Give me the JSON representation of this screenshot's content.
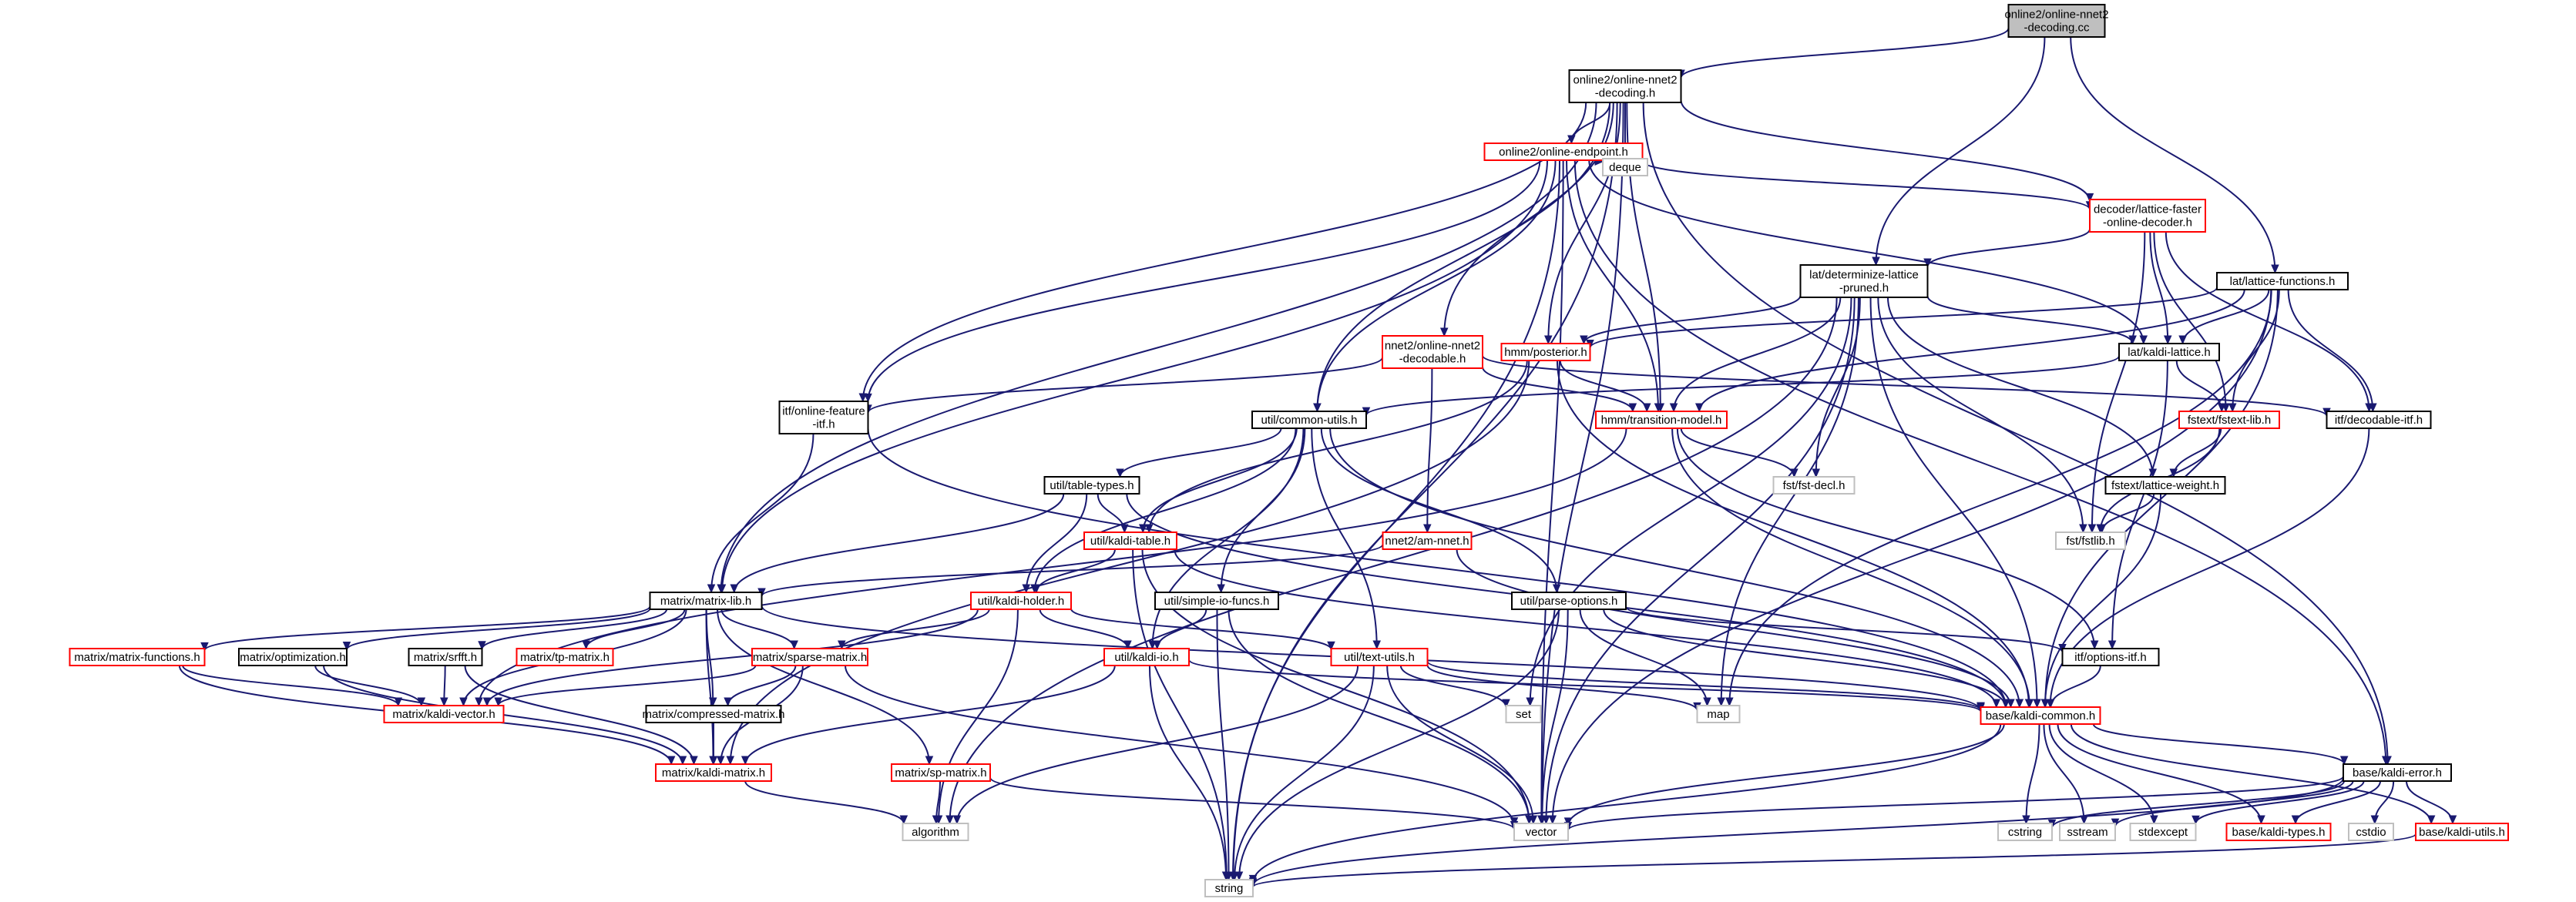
{
  "colors": {
    "edge": "#191970",
    "root_fill": "#bfbfbf",
    "root_border": "#000000",
    "documented_border": "#000000",
    "partial_border": "#ff0000",
    "external_border": "#bfbfbf",
    "node_fill": "#ffffff"
  },
  "nodes": [
    {
      "id": "root",
      "lines": [
        "online2/online-nnet2",
        "-decoding.cc"
      ],
      "kind": "root"
    },
    {
      "id": "decoding_h",
      "lines": [
        "online2/online-nnet2",
        "-decoding.h"
      ],
      "kind": "documented"
    },
    {
      "id": "endpoint",
      "lines": [
        "online2/online-endpoint.h"
      ],
      "kind": "partial"
    },
    {
      "id": "deque",
      "lines": [
        "deque"
      ],
      "kind": "external"
    },
    {
      "id": "latfaster",
      "lines": [
        "decoder/lattice-faster",
        "-online-decoder.h"
      ],
      "kind": "partial"
    },
    {
      "id": "determinize",
      "lines": [
        "lat/determinize-lattice",
        "-pruned.h"
      ],
      "kind": "documented"
    },
    {
      "id": "latfunc",
      "lines": [
        "lat/lattice-functions.h"
      ],
      "kind": "documented"
    },
    {
      "id": "decodable2",
      "lines": [
        "nnet2/online-nnet2",
        "-decodable.h"
      ],
      "kind": "partial"
    },
    {
      "id": "posterior",
      "lines": [
        "hmm/posterior.h"
      ],
      "kind": "partial"
    },
    {
      "id": "kaldilattice",
      "lines": [
        "lat/kaldi-lattice.h"
      ],
      "kind": "documented"
    },
    {
      "id": "onlinefeat",
      "lines": [
        "itf/online-feature",
        "-itf.h"
      ],
      "kind": "documented"
    },
    {
      "id": "commonutils",
      "lines": [
        "util/common-utils.h"
      ],
      "kind": "documented"
    },
    {
      "id": "transition",
      "lines": [
        "hmm/transition-model.h"
      ],
      "kind": "partial"
    },
    {
      "id": "fstextlib",
      "lines": [
        "fstext/fstext-lib.h"
      ],
      "kind": "partial"
    },
    {
      "id": "decodableitf",
      "lines": [
        "itf/decodable-itf.h"
      ],
      "kind": "documented"
    },
    {
      "id": "tabletypes",
      "lines": [
        "util/table-types.h"
      ],
      "kind": "documented"
    },
    {
      "id": "fstdecl",
      "lines": [
        "fst/fst-decl.h"
      ],
      "kind": "external"
    },
    {
      "id": "latweight",
      "lines": [
        "fstext/lattice-weight.h"
      ],
      "kind": "documented"
    },
    {
      "id": "kalditable",
      "lines": [
        "util/kaldi-table.h"
      ],
      "kind": "partial"
    },
    {
      "id": "amnnet",
      "lines": [
        "nnet2/am-nnet.h"
      ],
      "kind": "partial"
    },
    {
      "id": "fstlib",
      "lines": [
        "fst/fstlib.h"
      ],
      "kind": "external"
    },
    {
      "id": "matrixlib",
      "lines": [
        "matrix/matrix-lib.h"
      ],
      "kind": "documented"
    },
    {
      "id": "kaldiholder",
      "lines": [
        "util/kaldi-holder.h"
      ],
      "kind": "partial"
    },
    {
      "id": "simpleio",
      "lines": [
        "util/simple-io-funcs.h"
      ],
      "kind": "documented"
    },
    {
      "id": "parseopt",
      "lines": [
        "util/parse-options.h"
      ],
      "kind": "documented"
    },
    {
      "id": "matrixfunc",
      "lines": [
        "matrix/matrix-functions.h"
      ],
      "kind": "partial"
    },
    {
      "id": "optim",
      "lines": [
        "matrix/optimization.h"
      ],
      "kind": "documented"
    },
    {
      "id": "srfft",
      "lines": [
        "matrix/srfft.h"
      ],
      "kind": "documented"
    },
    {
      "id": "tpmatrix",
      "lines": [
        "matrix/tp-matrix.h"
      ],
      "kind": "partial"
    },
    {
      "id": "sparse",
      "lines": [
        "matrix/sparse-matrix.h"
      ],
      "kind": "partial"
    },
    {
      "id": "kaldiio",
      "lines": [
        "util/kaldi-io.h"
      ],
      "kind": "partial"
    },
    {
      "id": "textutils",
      "lines": [
        "util/text-utils.h"
      ],
      "kind": "partial"
    },
    {
      "id": "optionsitf",
      "lines": [
        "itf/options-itf.h"
      ],
      "kind": "documented"
    },
    {
      "id": "kaldivector",
      "lines": [
        "matrix/kaldi-vector.h"
      ],
      "kind": "partial"
    },
    {
      "id": "compressed",
      "lines": [
        "matrix/compressed-matrix.h"
      ],
      "kind": "documented"
    },
    {
      "id": "set",
      "lines": [
        "set"
      ],
      "kind": "external"
    },
    {
      "id": "map",
      "lines": [
        "map"
      ],
      "kind": "external"
    },
    {
      "id": "kaldicommon",
      "lines": [
        "base/kaldi-common.h"
      ],
      "kind": "partial"
    },
    {
      "id": "kaldimatrix",
      "lines": [
        "matrix/kaldi-matrix.h"
      ],
      "kind": "partial"
    },
    {
      "id": "spmatrix",
      "lines": [
        "matrix/sp-matrix.h"
      ],
      "kind": "partial"
    },
    {
      "id": "kaldierror",
      "lines": [
        "base/kaldi-error.h"
      ],
      "kind": "documented"
    },
    {
      "id": "algorithm",
      "lines": [
        "algorithm"
      ],
      "kind": "external"
    },
    {
      "id": "vector",
      "lines": [
        "vector"
      ],
      "kind": "external"
    },
    {
      "id": "cstring",
      "lines": [
        "cstring"
      ],
      "kind": "external"
    },
    {
      "id": "sstream",
      "lines": [
        "sstream"
      ],
      "kind": "external"
    },
    {
      "id": "stdexcept",
      "lines": [
        "stdexcept"
      ],
      "kind": "external"
    },
    {
      "id": "kaldytypes",
      "lines": [
        "base/kaldi-types.h"
      ],
      "kind": "partial"
    },
    {
      "id": "cstdio",
      "lines": [
        "cstdio"
      ],
      "kind": "external"
    },
    {
      "id": "kaldiutils",
      "lines": [
        "base/kaldi-utils.h"
      ],
      "kind": "partial"
    },
    {
      "id": "string",
      "lines": [
        "string"
      ],
      "kind": "external"
    }
  ],
  "edges": [
    [
      "root",
      "decoding_h"
    ],
    [
      "root",
      "determinize"
    ],
    [
      "root",
      "latfunc"
    ],
    [
      "decoding_h",
      "endpoint"
    ],
    [
      "decoding_h",
      "deque"
    ],
    [
      "decoding_h",
      "latfaster"
    ],
    [
      "decoding_h",
      "decodable2"
    ],
    [
      "decoding_h",
      "posterior"
    ],
    [
      "decoding_h",
      "onlinefeat"
    ],
    [
      "decoding_h",
      "commonutils"
    ],
    [
      "decoding_h",
      "transition"
    ],
    [
      "decoding_h",
      "matrixlib"
    ],
    [
      "decoding_h",
      "kaldierror"
    ],
    [
      "decoding_h",
      "string"
    ],
    [
      "decoding_h",
      "vector"
    ],
    [
      "endpoint",
      "deque"
    ],
    [
      "endpoint",
      "latfaster"
    ],
    [
      "endpoint",
      "kaldilattice"
    ],
    [
      "endpoint",
      "onlinefeat"
    ],
    [
      "endpoint",
      "commonutils"
    ],
    [
      "endpoint",
      "transition"
    ],
    [
      "endpoint",
      "matrixlib"
    ],
    [
      "endpoint",
      "kaldierror"
    ],
    [
      "endpoint",
      "string"
    ],
    [
      "endpoint",
      "vector"
    ],
    [
      "latfaster",
      "determinize"
    ],
    [
      "latfaster",
      "kaldilattice"
    ],
    [
      "latfaster",
      "fstextlib"
    ],
    [
      "latfaster",
      "decodableitf"
    ],
    [
      "latfaster",
      "fstlib"
    ],
    [
      "determinize",
      "posterior"
    ],
    [
      "determinize",
      "kaldilattice"
    ],
    [
      "determinize",
      "transition"
    ],
    [
      "determinize",
      "fstdecl"
    ],
    [
      "determinize",
      "latweight"
    ],
    [
      "determinize",
      "fstlib"
    ],
    [
      "determinize",
      "set"
    ],
    [
      "determinize",
      "map"
    ],
    [
      "determinize",
      "vector"
    ],
    [
      "determinize",
      "kaldicommon"
    ],
    [
      "determinize",
      "algorithm"
    ],
    [
      "latfunc",
      "posterior"
    ],
    [
      "latfunc",
      "kaldilattice"
    ],
    [
      "latfunc",
      "transition"
    ],
    [
      "latfunc",
      "fstextlib"
    ],
    [
      "latfunc",
      "decodableitf"
    ],
    [
      "latfunc",
      "map"
    ],
    [
      "latfunc",
      "vector"
    ],
    [
      "latfunc",
      "kaldicommon"
    ],
    [
      "decodable2",
      "onlinefeat"
    ],
    [
      "decodable2",
      "transition"
    ],
    [
      "decodable2",
      "decodableitf"
    ],
    [
      "decodable2",
      "amnnet"
    ],
    [
      "posterior",
      "transition"
    ],
    [
      "posterior",
      "kalditable"
    ],
    [
      "posterior",
      "kaldimatrix"
    ],
    [
      "posterior",
      "kaldicommon"
    ],
    [
      "kaldilattice",
      "commonutils"
    ],
    [
      "kaldilattice",
      "fstextlib"
    ],
    [
      "kaldilattice",
      "optionsitf"
    ],
    [
      "onlinefeat",
      "matrixlib"
    ],
    [
      "onlinefeat",
      "kaldicommon"
    ],
    [
      "commonutils",
      "tabletypes"
    ],
    [
      "commonutils",
      "kalditable"
    ],
    [
      "commonutils",
      "kaldiholder"
    ],
    [
      "commonutils",
      "simpleio"
    ],
    [
      "commonutils",
      "parseopt"
    ],
    [
      "commonutils",
      "kaldiio"
    ],
    [
      "commonutils",
      "textutils"
    ],
    [
      "commonutils",
      "kaldicommon"
    ],
    [
      "transition",
      "fstdecl"
    ],
    [
      "transition",
      "kaldivector"
    ],
    [
      "transition",
      "optionsitf"
    ],
    [
      "transition",
      "kaldicommon"
    ],
    [
      "fstextlib",
      "latweight"
    ],
    [
      "fstextlib",
      "fstlib"
    ],
    [
      "decodableitf",
      "kaldicommon"
    ],
    [
      "tabletypes",
      "matrixlib"
    ],
    [
      "tabletypes",
      "kalditable"
    ],
    [
      "tabletypes",
      "kaldiholder"
    ],
    [
      "tabletypes",
      "kaldicommon"
    ],
    [
      "latweight",
      "fstlib"
    ],
    [
      "latweight",
      "kaldicommon"
    ],
    [
      "kalditable",
      "kaldiholder"
    ],
    [
      "kalditable",
      "kaldicommon"
    ],
    [
      "kalditable",
      "string"
    ],
    [
      "kalditable",
      "vector"
    ],
    [
      "amnnet",
      "matrixlib"
    ],
    [
      "amnnet",
      "kaldicommon"
    ],
    [
      "matrixlib",
      "matrixfunc"
    ],
    [
      "matrixlib",
      "optim"
    ],
    [
      "matrixlib",
      "srfft"
    ],
    [
      "matrixlib",
      "tpmatrix"
    ],
    [
      "matrixlib",
      "sparse"
    ],
    [
      "matrixlib",
      "spmatrix"
    ],
    [
      "matrixlib",
      "compressed"
    ],
    [
      "matrixlib",
      "kaldivector"
    ],
    [
      "matrixlib",
      "kaldimatrix"
    ],
    [
      "matrixlib",
      "kaldicommon"
    ],
    [
      "kaldiholder",
      "sparse"
    ],
    [
      "kaldiholder",
      "kaldiio"
    ],
    [
      "kaldiholder",
      "textutils"
    ],
    [
      "kaldiholder",
      "kaldivector"
    ],
    [
      "kaldiholder",
      "algorithm"
    ],
    [
      "simpleio",
      "kaldiio"
    ],
    [
      "simpleio",
      "string"
    ],
    [
      "simpleio",
      "vector"
    ],
    [
      "parseopt",
      "optionsitf"
    ],
    [
      "parseopt",
      "kaldicommon"
    ],
    [
      "parseopt",
      "map"
    ],
    [
      "parseopt",
      "vector"
    ],
    [
      "parseopt",
      "string"
    ],
    [
      "matrixfunc",
      "kaldivector"
    ],
    [
      "matrixfunc",
      "kaldimatrix"
    ],
    [
      "optim",
      "kaldivector"
    ],
    [
      "optim",
      "kaldimatrix"
    ],
    [
      "srfft",
      "kaldivector"
    ],
    [
      "srfft",
      "kaldimatrix"
    ],
    [
      "sparse",
      "kaldivector"
    ],
    [
      "sparse",
      "kaldimatrix"
    ],
    [
      "sparse",
      "compressed"
    ],
    [
      "sparse",
      "vector"
    ],
    [
      "kaldiio",
      "kaldimatrix"
    ],
    [
      "kaldiio",
      "kaldicommon"
    ],
    [
      "kaldiio",
      "string"
    ],
    [
      "textutils",
      "set"
    ],
    [
      "textutils",
      "map"
    ],
    [
      "textutils",
      "vector"
    ],
    [
      "textutils",
      "string"
    ],
    [
      "textutils",
      "algorithm"
    ],
    [
      "textutils",
      "kaldicommon"
    ],
    [
      "optionsitf",
      "kaldicommon"
    ],
    [
      "compressed",
      "kaldimatrix"
    ],
    [
      "kaldimatrix",
      "algorithm"
    ],
    [
      "spmatrix",
      "algorithm"
    ],
    [
      "spmatrix",
      "vector"
    ],
    [
      "kaldicommon",
      "kaldierror"
    ],
    [
      "kaldicommon",
      "vector"
    ],
    [
      "kaldicommon",
      "string"
    ],
    [
      "kaldicommon",
      "cstring"
    ],
    [
      "kaldicommon",
      "sstream"
    ],
    [
      "kaldicommon",
      "stdexcept"
    ],
    [
      "kaldicommon",
      "kaldytypes"
    ],
    [
      "kaldicommon",
      "kaldiutils"
    ],
    [
      "kaldierror",
      "vector"
    ],
    [
      "kaldierror",
      "string"
    ],
    [
      "kaldierror",
      "cstring"
    ],
    [
      "kaldierror",
      "sstream"
    ],
    [
      "kaldierror",
      "stdexcept"
    ],
    [
      "kaldierror",
      "kaldytypes"
    ],
    [
      "kaldierror",
      "kaldiutils"
    ],
    [
      "kaldierror",
      "cstdio"
    ],
    [
      "kaldiutils",
      "string"
    ]
  ]
}
